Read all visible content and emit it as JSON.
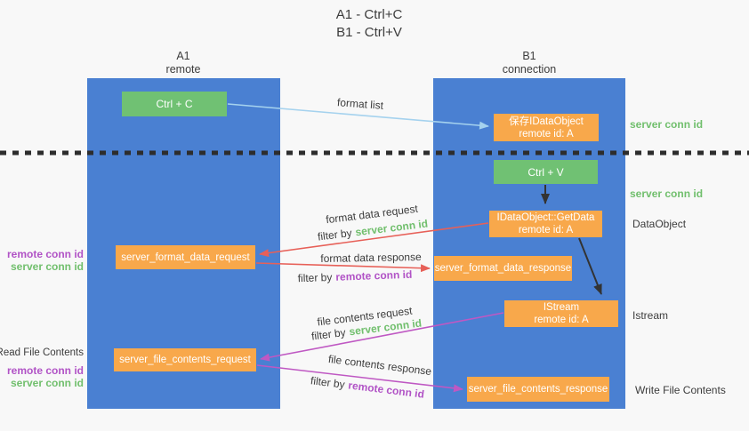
{
  "title": {
    "line1": "A1 - Ctrl+C",
    "line2": "B1 - Ctrl+V"
  },
  "lanes": {
    "left": {
      "title": "A1",
      "subtitle": "remote"
    },
    "right": {
      "title": "B1",
      "subtitle": "connection"
    }
  },
  "nodes": {
    "ctrl_c": {
      "label": "Ctrl + C"
    },
    "ctrl_v": {
      "label": "Ctrl + V"
    },
    "save_dataobject": {
      "line1": "保存IDataObject",
      "line2": "remote id: A"
    },
    "getdata": {
      "line1": "IDataObject::GetData",
      "line2": "remote id: A"
    },
    "istream": {
      "line1": "IStream",
      "line2": "remote id: A"
    },
    "format_request": {
      "label": "server_format_data_request"
    },
    "format_response": {
      "label": "server_format_data_response"
    },
    "file_request": {
      "label": "server_file_contents_request"
    },
    "file_response": {
      "label": "server_file_contents_response"
    }
  },
  "flows": {
    "format_list": {
      "label": "format list"
    },
    "format_data_request": {
      "label": "format data request",
      "filter_prefix": "filter by",
      "filter_key": "server conn id"
    },
    "format_data_response": {
      "label": "format data response",
      "filter_prefix": "filter by",
      "filter_key": "remote conn id"
    },
    "file_contents_request": {
      "label": "file contents request",
      "filter_prefix": "filter by",
      "filter_key": "server conn id"
    },
    "file_contents_response": {
      "label": "file contents response",
      "filter_prefix": "filter by",
      "filter_key": "remote conn id"
    }
  },
  "side_labels": {
    "right": {
      "server_conn_id_1": "server conn id",
      "server_conn_id_2": "server conn id",
      "dataobject": "DataObject",
      "istream": "Istream",
      "write_file_contents": "Write File Contents"
    },
    "left": {
      "format_remote_conn_id": "remote conn id",
      "format_server_conn_id": "server conn id",
      "read_file_contents": "Read File Contents",
      "file_remote_conn_id": "remote conn id",
      "file_server_conn_id": "server conn id"
    }
  },
  "colors": {
    "lane_blue": "#4a80d2",
    "node_green": "#70c173",
    "node_orange": "#f8a84b",
    "arrow_light_blue": "#a5d2ee",
    "arrow_red": "#e76058",
    "arrow_magenta": "#bf58c3",
    "arrow_black": "#333333",
    "text_green": "#71bf6d",
    "text_purple": "#b153c6",
    "text_dark": "#3c3c3c",
    "background": "#f8f8f8"
  }
}
